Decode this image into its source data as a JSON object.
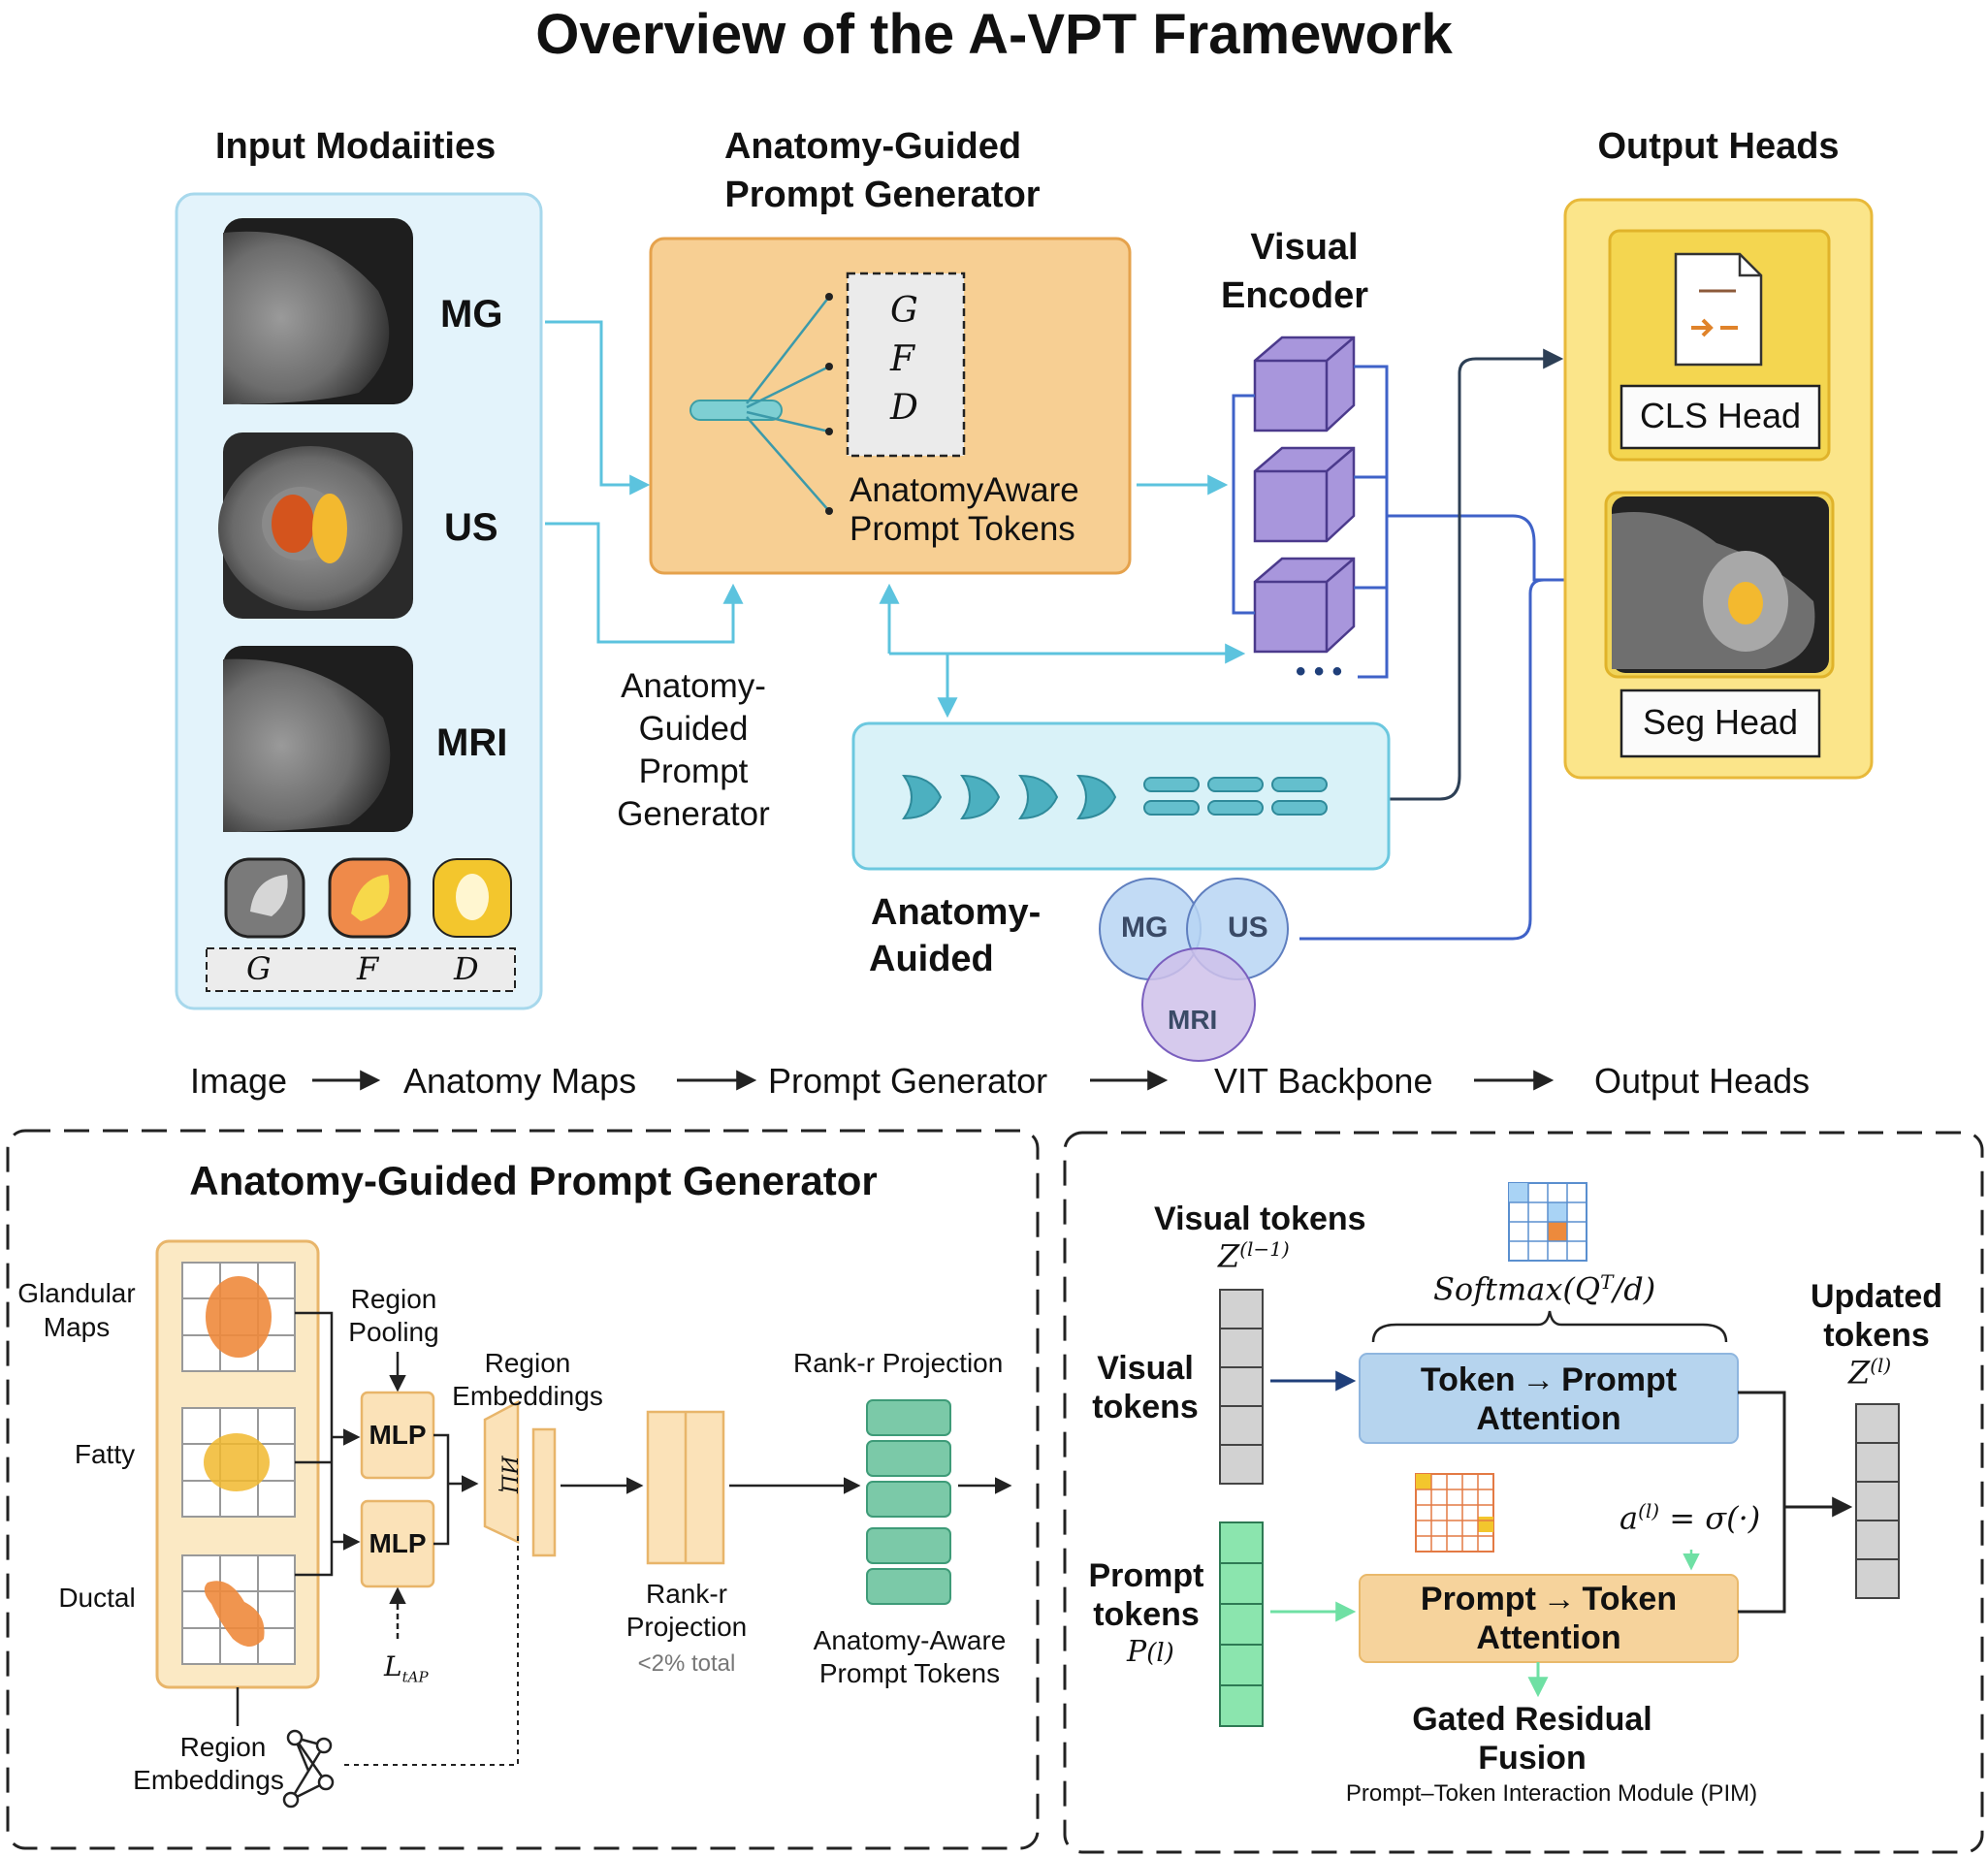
{
  "title": "Overview of the A-VPT Framework",
  "top": {
    "input_header": "Input Modaiities",
    "modalities": [
      "MG",
      "US",
      "MRI"
    ],
    "anatomy_letters": [
      "G",
      "F",
      "D"
    ],
    "generator_header_line1": "Anatomy-Guided",
    "generator_header_line2": "Prompt Generator",
    "token_letters": [
      "G",
      "F",
      "D"
    ],
    "token_caption_line1": "AnatomyAware",
    "token_caption_line2": "Prompt Tokens",
    "side_label_lines": [
      "Anatomy-",
      "Guided",
      "Prompt",
      "Generator"
    ],
    "encoder_label_line1": "Visual",
    "encoder_label_line2": "Encoder",
    "ellipsis": "• • •",
    "auided_line1": "Anatomy-",
    "auided_line2": "Auided",
    "venn": [
      "MG",
      "US",
      "MRI"
    ],
    "output_header": "Output Heads",
    "cls_head": "CLS Head",
    "seg_head": "Seg Head",
    "pipeline": [
      "Image",
      "Anatomy Maps",
      "Prompt Generator",
      "VIT Backþone",
      "Output Heads"
    ]
  },
  "left_panel": {
    "title": "Anatomy-Guided Prompt Generator",
    "maps": [
      "Glandular\nMaps",
      "Fatty",
      "Ductal"
    ],
    "region_pooling_line1": "Region",
    "region_pooling_line2": "Pooling",
    "mlp": [
      "MLP",
      "MLP"
    ],
    "loss_label": "L",
    "loss_sub": "tAP",
    "region_emb_top_line1": "Region",
    "region_emb_top_line2": "Embeddings",
    "trap_label": "ИЦ",
    "rank_label_top": "Rank-r Projection",
    "rank_line1": "Rank-r",
    "rank_line2": "Projection",
    "rank_note": "<2% total",
    "tokens_line1": "Anatomy-Aware",
    "tokens_line2": "Prompt Tokens",
    "region_emb_bottom_line1": "Region",
    "region_emb_bottom_line2": "Embeddings"
  },
  "right_panel": {
    "visual_tokens_top": "Visual tokens",
    "z_prev": "Z",
    "z_prev_sup": "(l−1)",
    "softmax_fn": "Softmax",
    "softmax_arg": "(Q",
    "softmax_sup": "T",
    "softmax_tail": "/d)",
    "visual_label_line1": "Visual",
    "visual_label_line2": "tokens",
    "t2p_line1": "Token → Prompt",
    "t2p_line2": "Attention",
    "prompt_label_line1": "Prompt",
    "prompt_label_line2": "tokens",
    "p_sym": "P",
    "p_sup": "(l)",
    "p2t_line1": "Prompt → Token",
    "p2t_line2": "Attention",
    "gate": "a",
    "gate_sup": "(l)",
    "gate_tail": " = σ(·)",
    "updated_line1": "Updated",
    "updated_line2": "tokens",
    "z_new": "Z",
    "z_new_sup": "(l)",
    "fusion_line1": "Gated Residual",
    "fusion_line2": "Fusion",
    "pim": "Prompt–Token Interaction Module (PIM)"
  },
  "colors": {
    "input_panel_bg": "#e3f3fb",
    "input_panel_border": "#a7d8ec",
    "generator_bg": "#f7cf93",
    "generator_border": "#e5a24c",
    "cube": "#a896dc",
    "cube_border": "#4b3a8c",
    "encoder_line": "#3f62c8",
    "cyan_arrow": "#5cc3de",
    "seq_bg": "#d9f2f8",
    "seq_border": "#6cc8df",
    "output_bg": "#fbe58a",
    "output_border": "#e8b93a",
    "mlp_fill": "#fbe2b8",
    "green_token": "#7bc9a8",
    "attn_blue": "#b6d4ee",
    "attn_orange": "#f6d39c",
    "prompt_green": "#8be5ae"
  }
}
